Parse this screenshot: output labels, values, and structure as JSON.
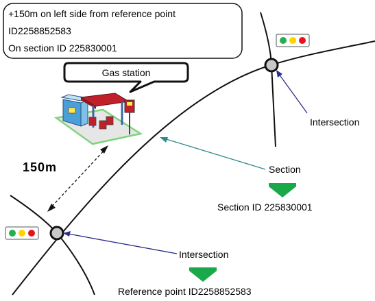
{
  "callout_top": {
    "line1": "+150m on left side from reference point",
    "line2": "ID2258852583",
    "line3": "On section ID 225830001"
  },
  "gas_station_label": "Gas station",
  "distance_label": "150m",
  "intersection_top": {
    "label": "Intersection"
  },
  "section": {
    "label": "Section",
    "id_label": "Section ID 225830001"
  },
  "intersection_bottom": {
    "label": "Intersection",
    "ref_label": "Reference point ID2258852583"
  },
  "colors": {
    "green_arrow": "#1aa84a",
    "signal_green": "#22b14c",
    "signal_yellow": "#ffd400",
    "signal_red": "#e8141c",
    "pointer_teal": "#2e8b8b",
    "pointer_navy": "#2c2c8c",
    "station_blue": "#4a9fd8",
    "station_red": "#c0202a"
  }
}
